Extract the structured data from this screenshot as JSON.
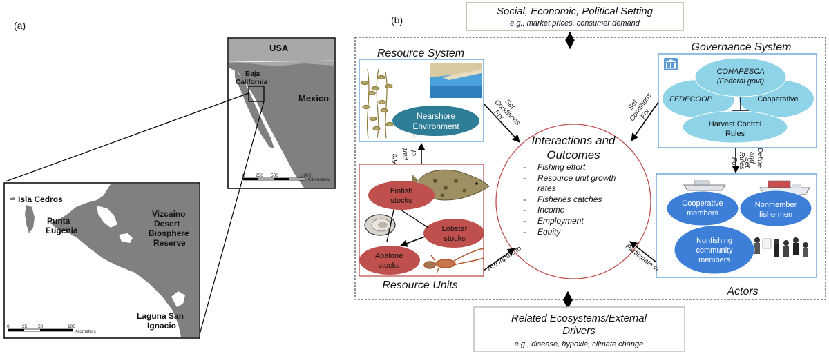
{
  "panel_a": {
    "label": "(a)",
    "overview_map": {
      "country_usa": "USA",
      "country_mexico": "Mexico",
      "region_baja": "Baja",
      "region_california": "California",
      "scale_ticks": [
        "0",
        "250",
        "500",
        "1,000"
      ],
      "scale_unit": "Kilometers"
    },
    "detail_map": {
      "place_isla_cedros": "Isla Cedros",
      "place_punta": "Punta",
      "place_eugenia": "Eugenia",
      "reserve_line1": "Vizcaino",
      "reserve_line2": "Desert",
      "reserve_line3": "Biosphere",
      "reserve_line4": "Reserve",
      "laguna_line1": "Laguna San",
      "laguna_line2": "Ignacio",
      "scale_ticks": [
        "0",
        "25",
        "50",
        "100"
      ],
      "scale_unit": "Kilometers"
    }
  },
  "panel_b": {
    "label": "(b)",
    "top_box": {
      "title": "Social, Economic, Political Setting",
      "subtitle": "e.g., market prices, consumer demand"
    },
    "bottom_box": {
      "title_line1": "Related Ecosystems/External",
      "title_line2": "Drivers",
      "subtitle": "e.g., disease, hypoxia, climate change"
    },
    "resource_system": {
      "heading": "Resource System",
      "ellipse_line1": "Nearshore",
      "ellipse_line2": "Environment"
    },
    "governance_system": {
      "heading": "Governance System",
      "conapesca_line1": "CONAPESCA",
      "conapesca_line2": "(Federal govt)",
      "fedecoop": "FEDECOOP",
      "cooperative": "Cooperative",
      "hcr_line1": "Harvest Control",
      "hcr_line2": "Rules"
    },
    "resource_units": {
      "heading": "Resource Units",
      "finfish_line1": "Finfish",
      "finfish_line2": "stocks",
      "lobster_line1": "Lobster",
      "lobster_line2": "stocks",
      "abalone_line1": "Abalone",
      "abalone_line2": "stocks"
    },
    "actors": {
      "heading": "Actors",
      "coop_line1": "Cooperative",
      "coop_line2": "members",
      "nonmember_line1": "Nonmember",
      "nonmember_line2": "fishermen",
      "nonfishing_line1": "Nonfishing",
      "nonfishing_line2": "community",
      "nonfishing_line3": "members"
    },
    "center": {
      "title_line1": "Interactions and",
      "title_line2": "Outcomes",
      "bullet": "-",
      "items": [
        "Fishing effort",
        "Resource unit growth",
        "rates",
        "Fisheries catches",
        "Income",
        "Employment",
        "Equity"
      ]
    },
    "edges": {
      "rs_set": "Set",
      "rs_conditions": "Conditions",
      "rs_for": "For",
      "gs_set": "Set",
      "gs_conditions": "Conditions",
      "gs_for": "For",
      "gs_define": "Define",
      "gs_and": "and",
      "gs_set2": "Set",
      "gs_rules": "Rules",
      "gs_for2": "For",
      "ru_are": "Are",
      "ru_part": "part",
      "ru_of": "of",
      "ru_inputs": "Are inputs to",
      "actors_participate": "Participate in"
    },
    "colors": {
      "teal": "#2e7d96",
      "light_blue": "#8fd3e8",
      "actor_blue": "#3d7fd8",
      "stock_red": "#c0504d",
      "box_blue": "#5b9bd5",
      "box_red": "#c0504d",
      "land_gray": "#808080"
    }
  }
}
